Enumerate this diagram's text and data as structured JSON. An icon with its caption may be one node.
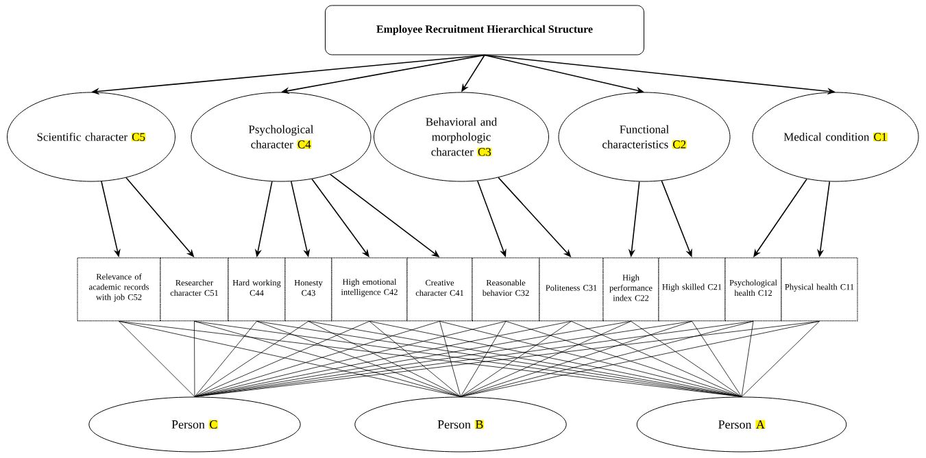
{
  "diagram": {
    "nodes": [
      {
        "text": [
          "Employee Recruitment Hierarchical Structure"
        ]
      },
      {
        "text": [
          "Scientific character",
          "C5"
        ]
      },
      {
        "text": [
          "Psychological character",
          "C4"
        ]
      },
      {
        "text": [
          "Behavioral and morphologic character",
          "C3"
        ]
      },
      {
        "text": [
          "Functional characteristics",
          "C2"
        ]
      },
      {
        "text": [
          "Medical condition",
          "C1"
        ]
      },
      {
        "text": [
          "Relevance of academic records with job C52"
        ]
      },
      {
        "text": [
          "Researcher character C51"
        ]
      },
      {
        "text": [
          "Hard working C44"
        ]
      },
      {
        "text": [
          "Honesty C43"
        ]
      },
      {
        "text": [
          "High emotional intelligence C42"
        ]
      },
      {
        "text": [
          "Creative character C41"
        ]
      },
      {
        "text": [
          "Reasonable behavior C32"
        ]
      },
      {
        "text": [
          "Politeness C31"
        ]
      },
      {
        "text": [
          "High performance index C22"
        ]
      },
      {
        "text": [
          "High skilled C21"
        ]
      },
      {
        "text": [
          "Psychological health C12"
        ]
      },
      {
        "text": [
          "Physical health C11"
        ]
      },
      {
        "text": [
          "Person",
          "C"
        ]
      },
      {
        "text": [
          "Person",
          "B"
        ]
      },
      {
        "text": [
          "Person",
          "A"
        ]
      }
    ],
    "edges": [
      {
        "from": 0,
        "to": 1,
        "arrow": "to"
      },
      {
        "from": 0,
        "to": 2,
        "arrow": "to"
      },
      {
        "from": 0,
        "to": 3,
        "arrow": "to"
      },
      {
        "from": 0,
        "to": 4,
        "arrow": "to"
      },
      {
        "from": 0,
        "to": 5,
        "arrow": "to"
      },
      {
        "from": 1,
        "to": 6,
        "arrow": "to"
      },
      {
        "from": 1,
        "to": 7,
        "arrow": "to"
      },
      {
        "from": 2,
        "to": 8,
        "arrow": "to"
      },
      {
        "from": 2,
        "to": 9,
        "arrow": "to"
      },
      {
        "from": 2,
        "to": 10,
        "arrow": "to"
      },
      {
        "from": 2,
        "to": 11,
        "arrow": "to"
      },
      {
        "from": 3,
        "to": 12,
        "arrow": "to"
      },
      {
        "from": 3,
        "to": 13,
        "arrow": "to"
      },
      {
        "from": 4,
        "to": 14,
        "arrow": "to"
      },
      {
        "from": 4,
        "to": 15,
        "arrow": "to"
      },
      {
        "from": 5,
        "to": 16,
        "arrow": "to"
      },
      {
        "from": 5,
        "to": 17,
        "arrow": "to"
      },
      {
        "from": 6,
        "to": 18,
        "arrow": "none"
      },
      {
        "from": 6,
        "to": 19,
        "arrow": "none"
      },
      {
        "from": 6,
        "to": 20,
        "arrow": "none"
      },
      {
        "from": 7,
        "to": 18,
        "arrow": "none"
      },
      {
        "from": 7,
        "to": 19,
        "arrow": "none"
      },
      {
        "from": 7,
        "to": 20,
        "arrow": "none"
      },
      {
        "from": 8,
        "to": 18,
        "arrow": "none"
      },
      {
        "from": 8,
        "to": 19,
        "arrow": "none"
      },
      {
        "from": 8,
        "to": 20,
        "arrow": "none"
      },
      {
        "from": 9,
        "to": 18,
        "arrow": "none"
      },
      {
        "from": 9,
        "to": 19,
        "arrow": "none"
      },
      {
        "from": 9,
        "to": 20,
        "arrow": "none"
      },
      {
        "from": 10,
        "to": 18,
        "arrow": "none"
      },
      {
        "from": 10,
        "to": 19,
        "arrow": "none"
      },
      {
        "from": 10,
        "to": 20,
        "arrow": "none"
      },
      {
        "from": 11,
        "to": 18,
        "arrow": "none"
      },
      {
        "from": 11,
        "to": 19,
        "arrow": "none"
      },
      {
        "from": 11,
        "to": 20,
        "arrow": "none"
      },
      {
        "from": 12,
        "to": 18,
        "arrow": "none"
      },
      {
        "from": 12,
        "to": 19,
        "arrow": "none"
      },
      {
        "from": 12,
        "to": 20,
        "arrow": "none"
      },
      {
        "from": 13,
        "to": 18,
        "arrow": "none"
      },
      {
        "from": 13,
        "to": 19,
        "arrow": "none"
      },
      {
        "from": 13,
        "to": 20,
        "arrow": "none"
      },
      {
        "from": 14,
        "to": 18,
        "arrow": "none"
      },
      {
        "from": 14,
        "to": 19,
        "arrow": "none"
      },
      {
        "from": 14,
        "to": 20,
        "arrow": "none"
      },
      {
        "from": 15,
        "to": 18,
        "arrow": "none"
      },
      {
        "from": 15,
        "to": 19,
        "arrow": "none"
      },
      {
        "from": 15,
        "to": 20,
        "arrow": "none"
      },
      {
        "from": 16,
        "to": 18,
        "arrow": "none"
      },
      {
        "from": 16,
        "to": 19,
        "arrow": "none"
      },
      {
        "from": 16,
        "to": 20,
        "arrow": "none"
      },
      {
        "from": 17,
        "to": 18,
        "arrow": "none"
      },
      {
        "from": 17,
        "to": 19,
        "arrow": "none"
      },
      {
        "from": 17,
        "to": 20,
        "arrow": "none"
      }
    ]
  }
}
